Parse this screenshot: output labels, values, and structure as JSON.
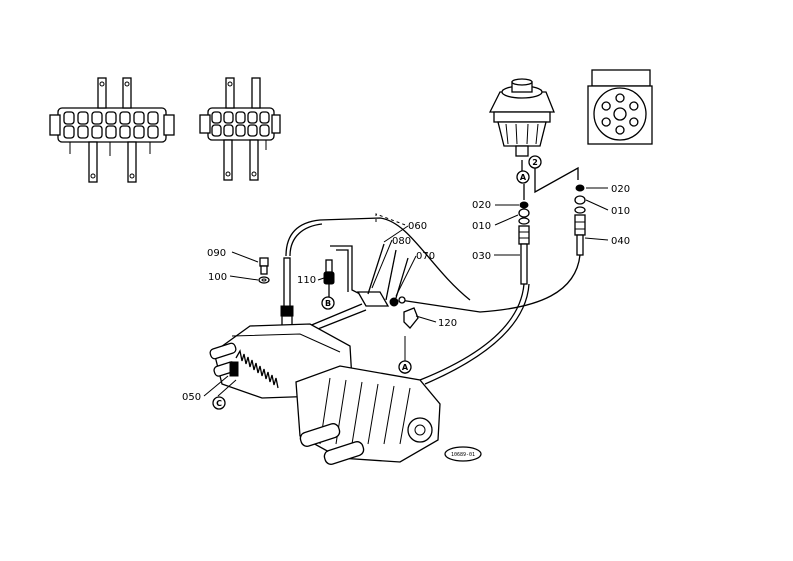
{
  "labels": {
    "p010_left": "010",
    "p010_right": "010",
    "p020_left": "020",
    "p020_right": "020",
    "p030": "030",
    "p040": "040",
    "p050": "050",
    "p060": "060",
    "p070": "070",
    "p080": "080",
    "p090": "090",
    "p100": "100",
    "p110": "110",
    "p120": "120"
  },
  "markers": {
    "a_top": "A",
    "a_bottom": "A",
    "b": "B",
    "c": "C",
    "two": "2"
  },
  "stamp": "10689-01"
}
